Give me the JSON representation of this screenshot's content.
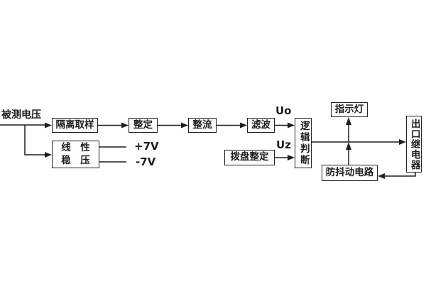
{
  "colors": {
    "line": "#1f1f1f",
    "bg": "#ffffff",
    "boxfill": "#fdfdfd"
  },
  "diagram": {
    "type": "functional-block-diagram",
    "input_label": "被测电压",
    "blocks": {
      "isolation_sampling": "隔离取样",
      "setting": "整定",
      "rectifier": "整流",
      "filter": "滤波",
      "logic_judgment": "逻辑判断",
      "dial_setting": "拨盘整定",
      "indicator_lamp": "指示灯",
      "debounce_circuit": "防抖动电路",
      "output_relay": "出口继电器",
      "regulator_row1": "线　性",
      "regulator_row2": "稳　压"
    },
    "signals": {
      "uo": "Uo",
      "uz": "Uz",
      "plus_7v": "+7V",
      "minus_7v": "-7V"
    }
  }
}
